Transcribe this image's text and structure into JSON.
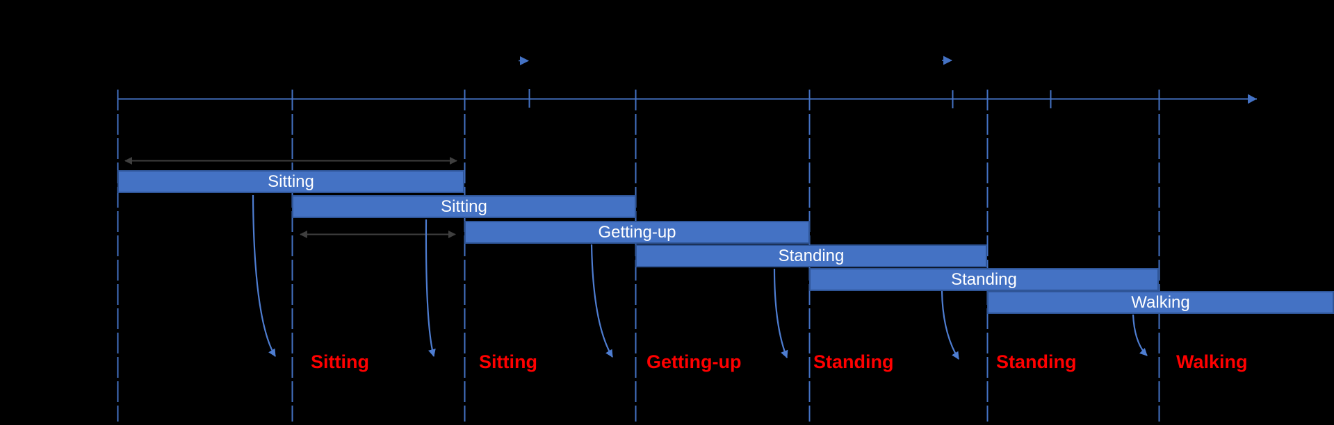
{
  "figure": {
    "background_color": "#000000",
    "colors": {
      "axis_blue": "#4472C4",
      "curve_blue": "#4E7DD1",
      "bar_fill": "#4472C4",
      "bar_border": "#2F5597",
      "bar_text": "#FFFFFF",
      "measure_arrow": "#3F3F3F",
      "prediction_red": "#FF0000"
    },
    "windows": [
      {
        "bar_label": "Sitting",
        "prediction_label": "Sitting"
      },
      {
        "bar_label": "Sitting",
        "prediction_label": "Sitting"
      },
      {
        "bar_label": "Getting-up",
        "prediction_label": "Getting-up"
      },
      {
        "bar_label": "Standing",
        "prediction_label": "Standing"
      },
      {
        "bar_label": "Standing",
        "prediction_label": "Standing"
      },
      {
        "bar_label": "Walking",
        "prediction_label": "Walking"
      }
    ],
    "icons": {
      "timeline_arrow": "right-arrow",
      "window_shift_marker": "right-arrow",
      "window_span_arrow": "double-headed-arrow",
      "prediction_arrow": "curved-down-arrow"
    }
  }
}
